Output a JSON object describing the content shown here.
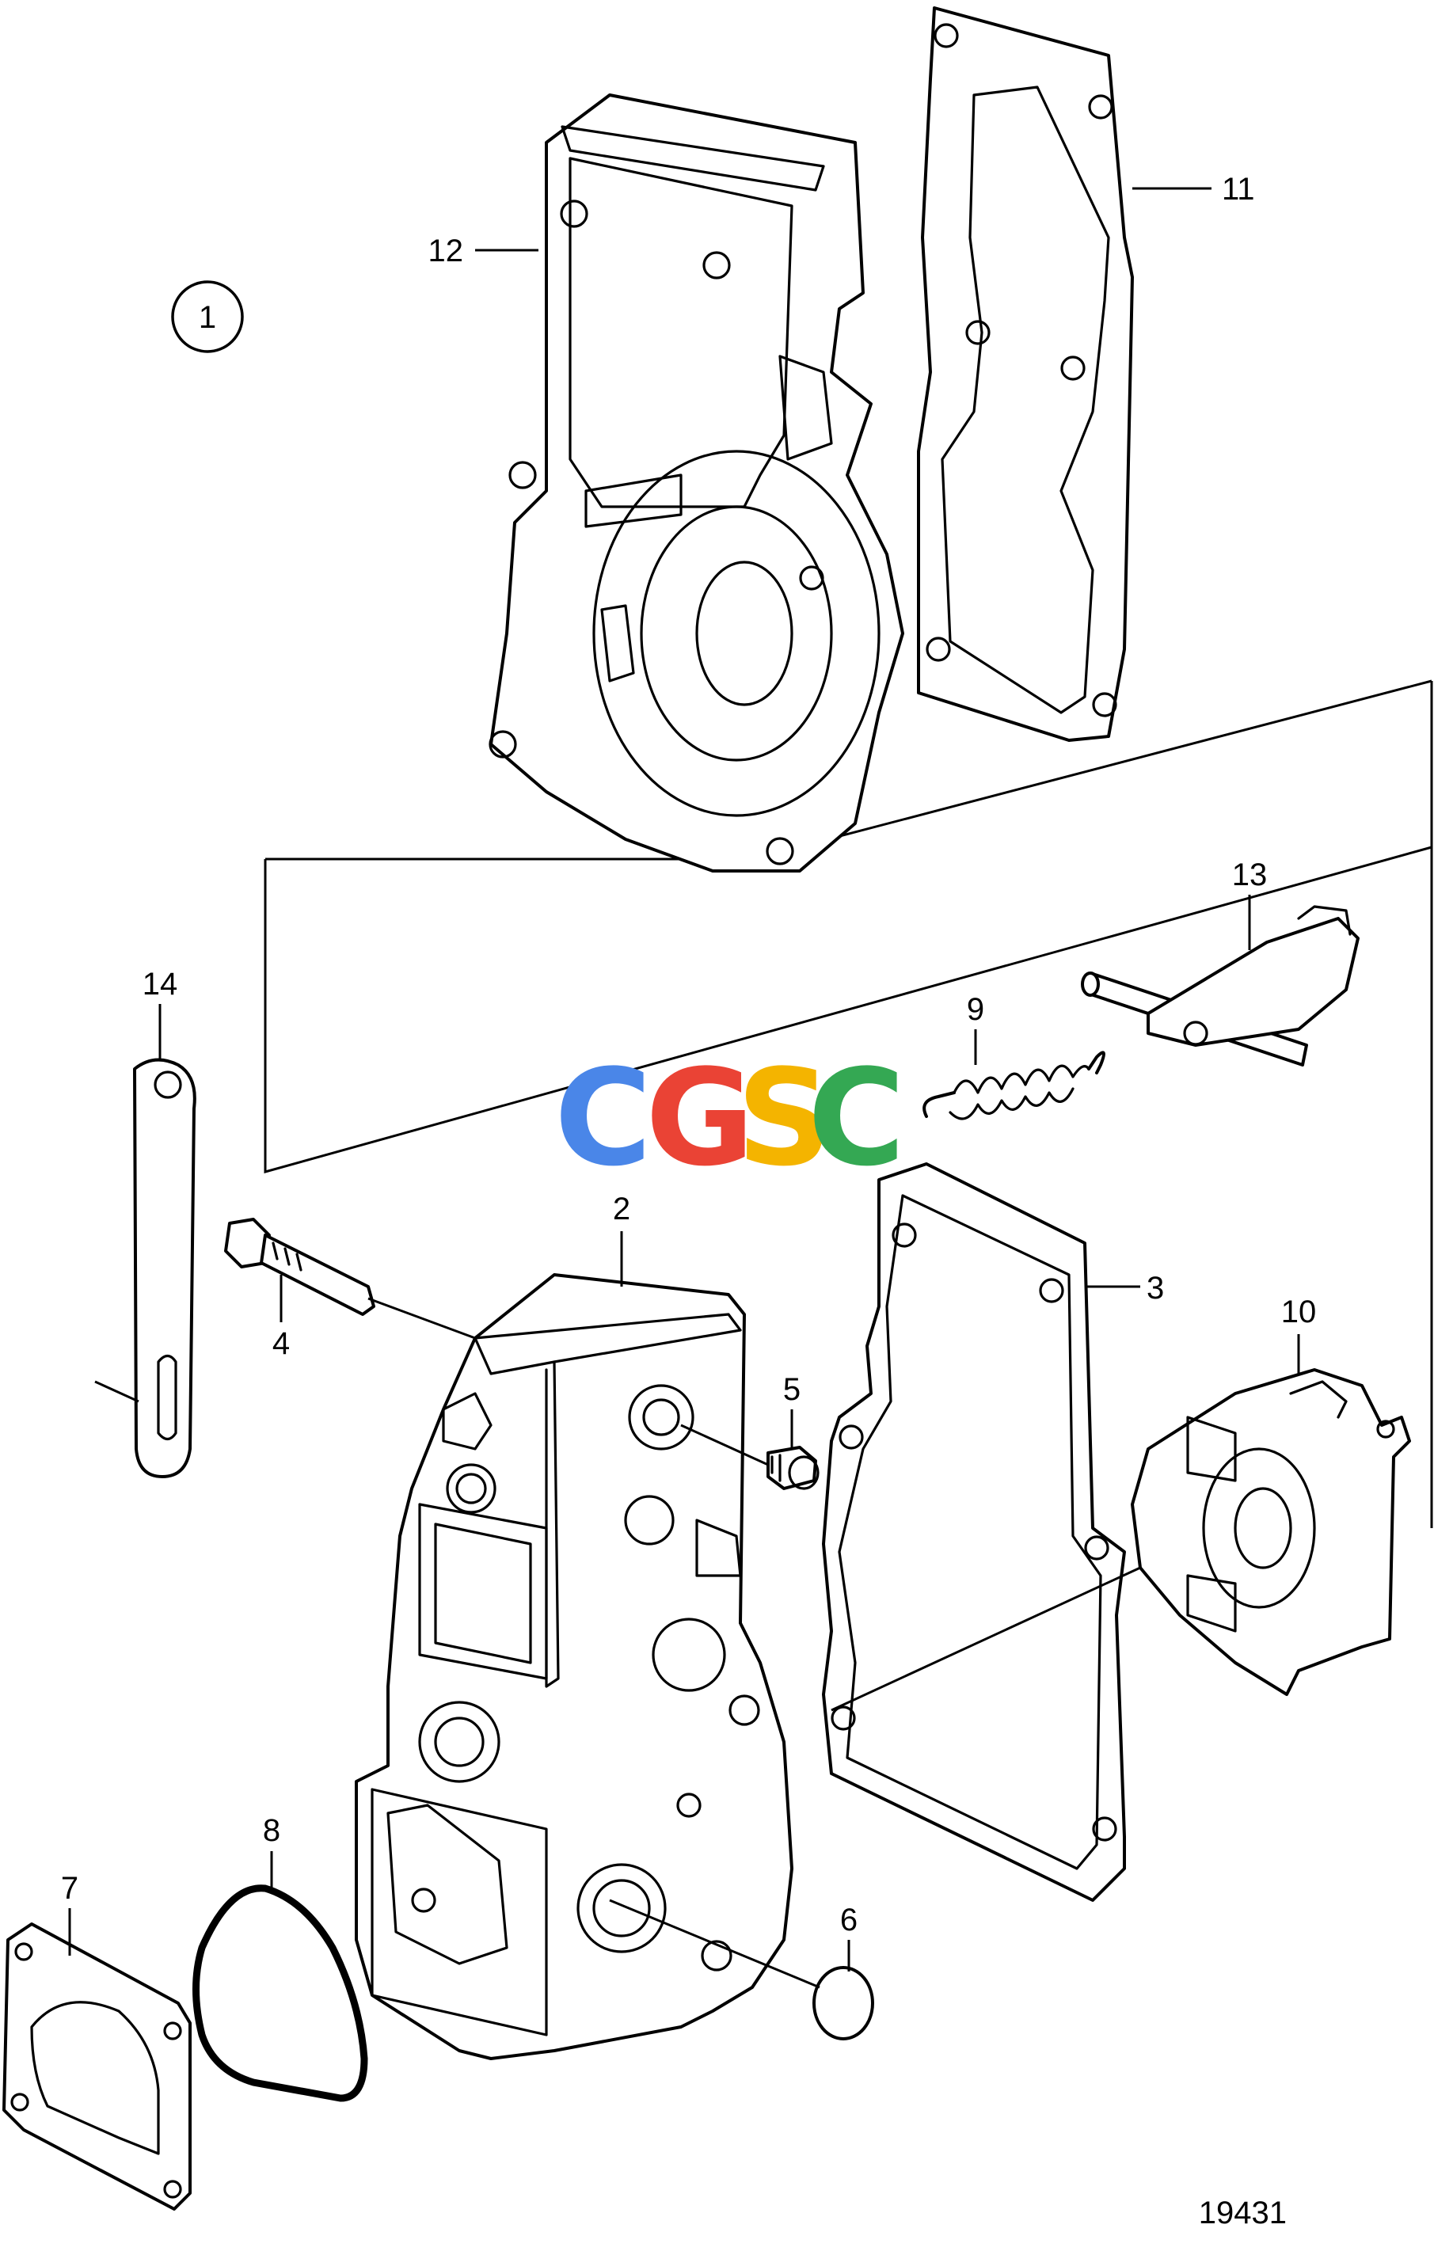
{
  "figure_callout": "1",
  "drawing_number": "19431",
  "watermark": {
    "letters": [
      "C",
      "G",
      "S",
      "C"
    ],
    "colors": [
      "#4a86e8",
      "#ea4335",
      "#f4b400",
      "#34a853"
    ]
  },
  "callouts": [
    "2",
    "3",
    "4",
    "5",
    "6",
    "7",
    "8",
    "9",
    "10",
    "11",
    "12",
    "13",
    "14"
  ]
}
